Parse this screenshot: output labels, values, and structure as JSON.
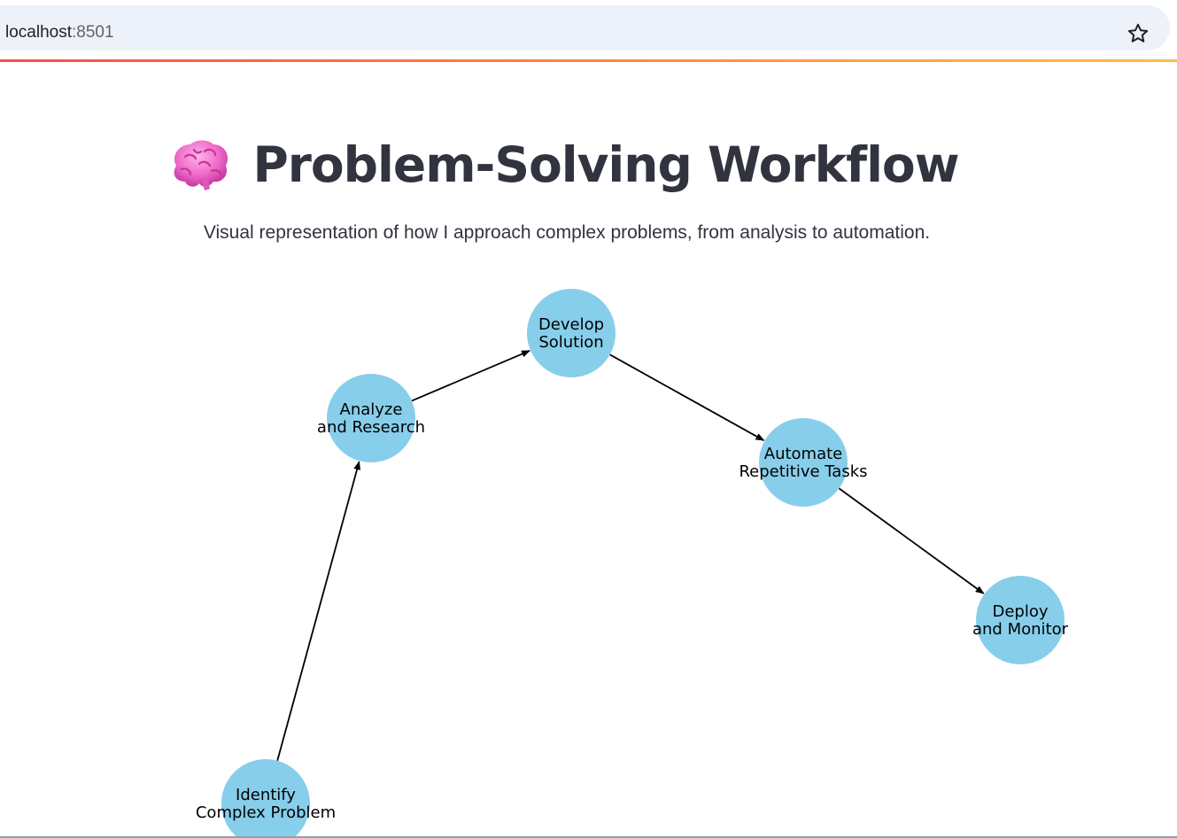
{
  "browser": {
    "url_host": "localhost",
    "url_port": ":8501"
  },
  "icons": {
    "bookmark": "star-outline-icon",
    "title_emoji": "brain-icon"
  },
  "colors": {
    "node_fill": "#87ceeb",
    "title": "#31333f",
    "decoration_start": "#ff4b4b",
    "decoration_end": "#ffbd45"
  },
  "page": {
    "title": "Problem-Solving Workflow",
    "subtitle": "Visual representation of how I approach complex problems, from analysis to automation."
  },
  "workflow": {
    "nodes": [
      {
        "id": "identify",
        "line1": "Identify",
        "line2": "Complex Problem"
      },
      {
        "id": "analyze",
        "line1": "Analyze",
        "line2": "and Research"
      },
      {
        "id": "develop",
        "line1": "Develop",
        "line2": "Solution"
      },
      {
        "id": "automate",
        "line1": "Automate",
        "line2": "Repetitive Tasks"
      },
      {
        "id": "deploy",
        "line1": "Deploy",
        "line2": "and Monitor"
      }
    ],
    "edges": [
      {
        "from": "identify",
        "to": "analyze"
      },
      {
        "from": "analyze",
        "to": "develop"
      },
      {
        "from": "develop",
        "to": "automate"
      },
      {
        "from": "automate",
        "to": "deploy"
      }
    ]
  }
}
